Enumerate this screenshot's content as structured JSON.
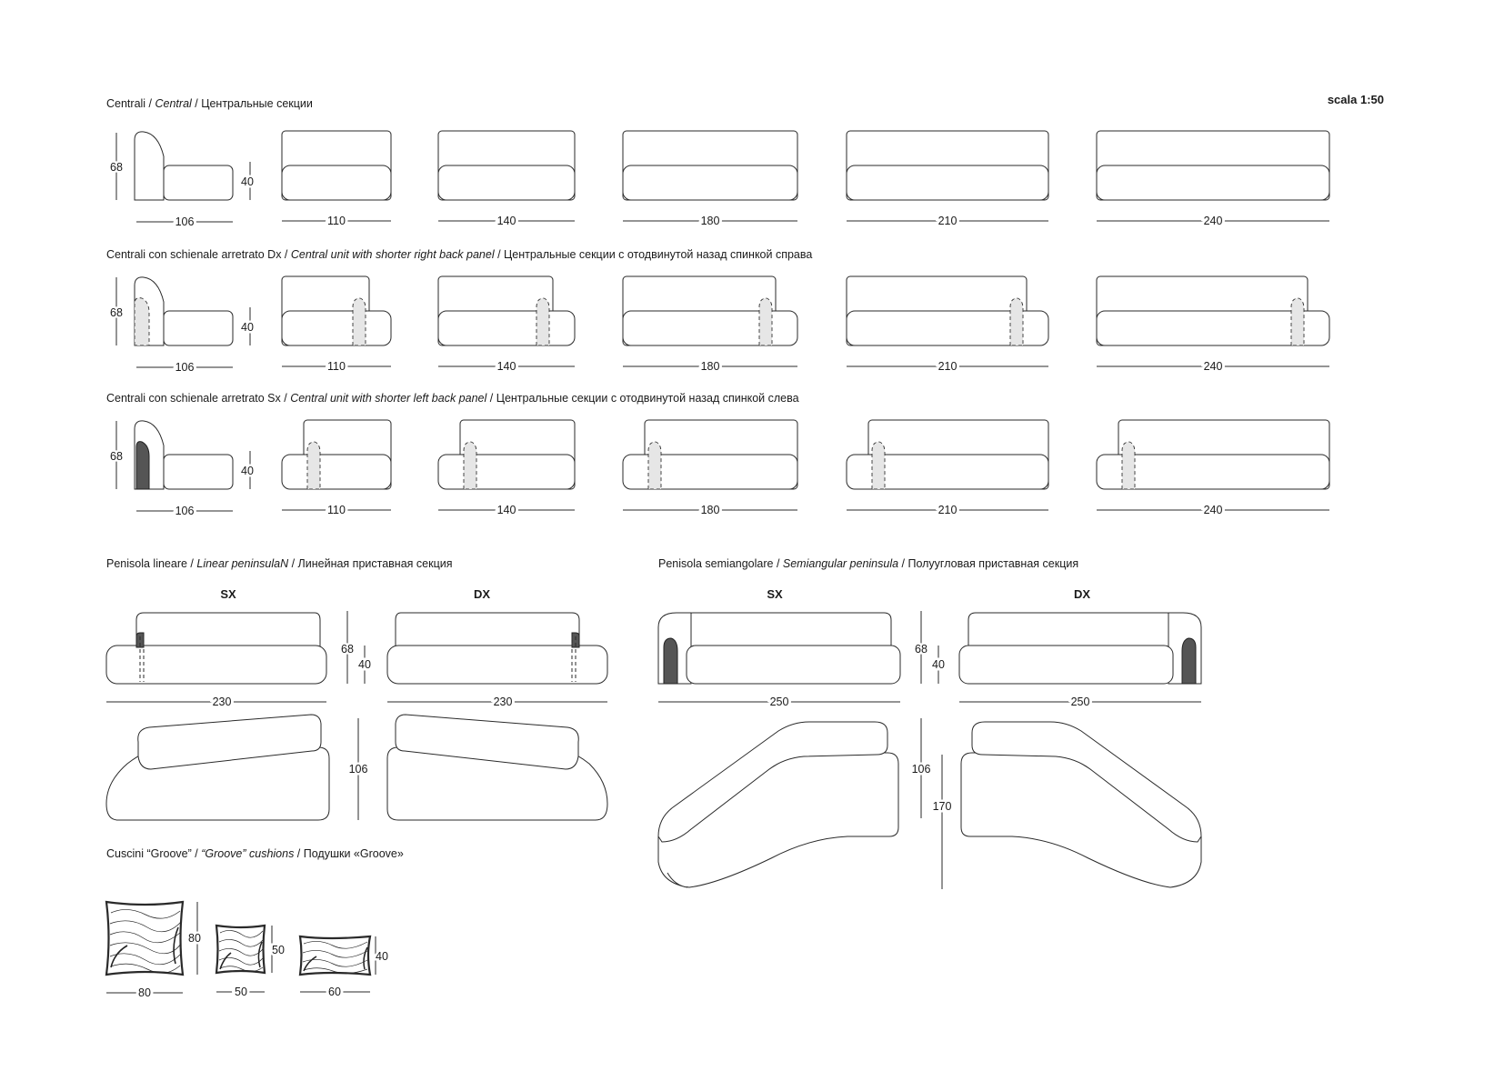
{
  "scale_label": "scala 1:50",
  "sections": {
    "central": {
      "title_a": "Centrali / ",
      "title_b": "Central",
      "title_c": " / Центральные секции"
    },
    "central_dx": {
      "title_a": "Centrali con schienale arretrato Dx / ",
      "title_b": "Central unit with shorter right back panel",
      "title_c": " / Центральные секции с отодвинутой назад спинкой справа"
    },
    "central_sx": {
      "title_a": "Centrali con schienale arretrato Sx / ",
      "title_b": "Central unit with shorter left back panel",
      "title_c": " / Центральные секции с отодвинутой назад спинкой слева"
    },
    "linear": {
      "title_a": "Penisola lineare / ",
      "title_b": "Linear peninsulaN",
      "title_c": " / Линейная приставная секция"
    },
    "semiangular": {
      "title_a": "Penisola semiangolare / ",
      "title_b": "Semiangular peninsula",
      "title_c": " / Полуугловая приставная секция"
    },
    "cushions": {
      "title_a": "Cuscini “Groove” / ",
      "title_b": "“Groove” cushions",
      "title_c": " / Подушки «Groove»"
    }
  },
  "central_rows": {
    "height": "68",
    "seat": "40",
    "depth": "106",
    "widths": [
      "110",
      "140",
      "180",
      "210",
      "240"
    ]
  },
  "linear": {
    "sx": "SX",
    "dx": "DX",
    "height": "68",
    "seat": "40",
    "width": "230",
    "depth": "106"
  },
  "semiangular": {
    "sx": "SX",
    "dx": "DX",
    "height": "68",
    "seat": "40",
    "width": "250",
    "depth": "106",
    "depth_total": "170"
  },
  "cushions": [
    {
      "w": "80",
      "h": "80"
    },
    {
      "w": "50",
      "h": "50"
    },
    {
      "w": "60",
      "h": "40"
    }
  ]
}
